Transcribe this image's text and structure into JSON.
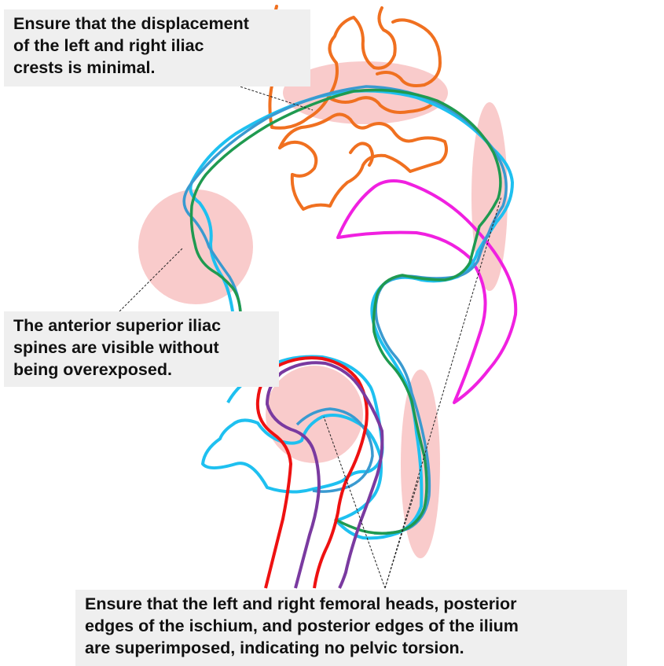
{
  "annotations": {
    "iliac_crests": "Ensure that the displacement\nof the left and right iliac\ncrests is minimal.",
    "anterior_superior_iliac_spines": "The anterior superior iliac\nspines are visible without\nbeing overexposed.",
    "pelvic_torsion": "Ensure that the left and right femoral heads, posterior\nedges of the ischium, and posterior edges of the ilium\nare superimposed, indicating no pelvic torsion."
  },
  "colors": {
    "highlight": "#f4a0a0",
    "outline_orange": "#f07020",
    "outline_cyan": "#1ec0f0",
    "outline_blue": "#3a9ad0",
    "outline_green": "#1f9a50",
    "outline_magenta": "#f020e0",
    "outline_red": "#ee1111",
    "outline_purple": "#7a3aa0",
    "leader_line": "#222222",
    "callout_background": "#efefef"
  }
}
